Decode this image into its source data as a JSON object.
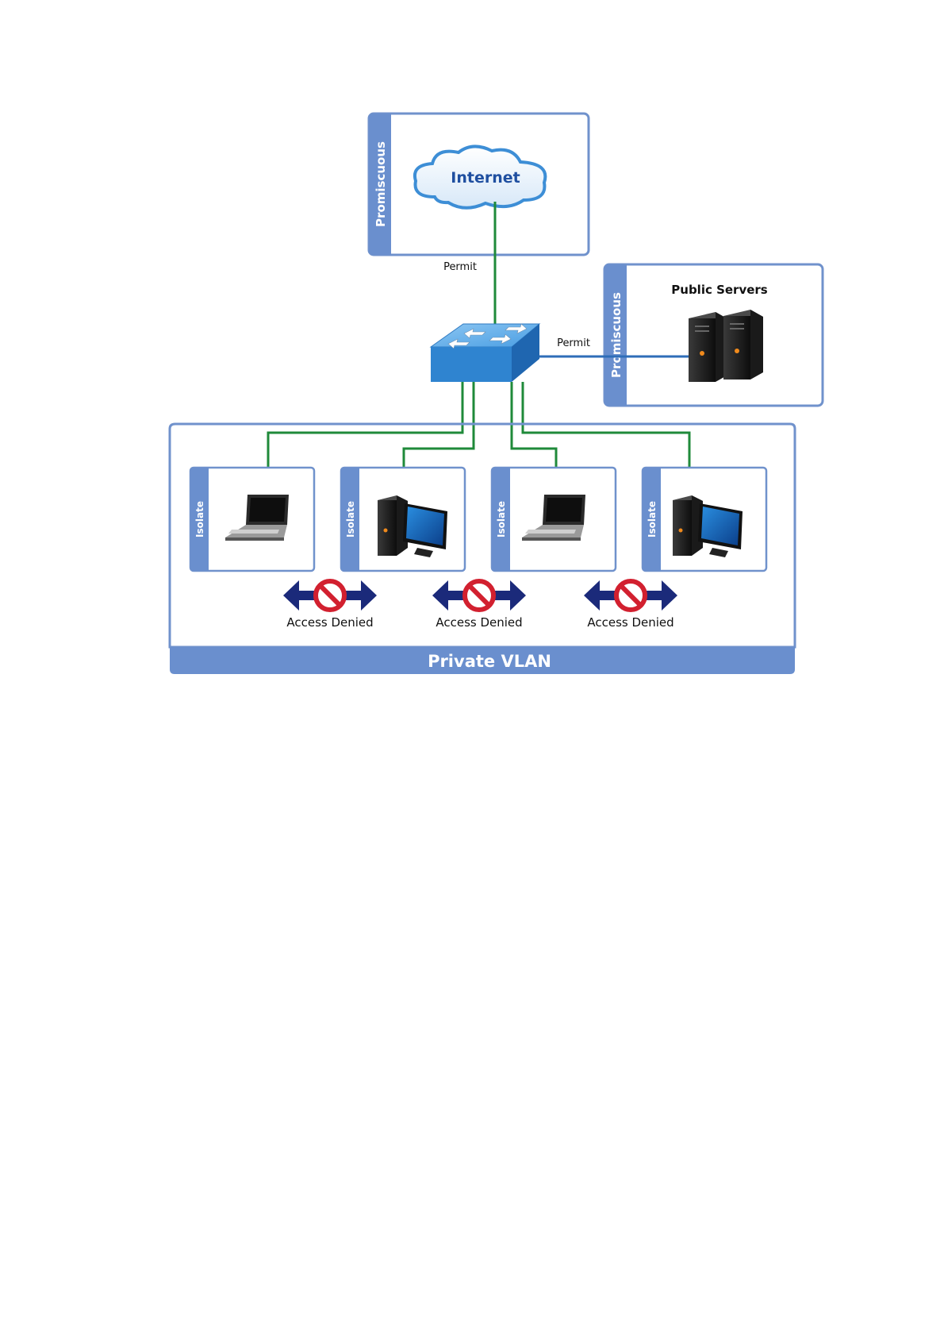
{
  "diagram": {
    "internet_zone": {
      "side_label": "Promiscuous",
      "cloud_label": "Internet",
      "link_label": "Permit"
    },
    "server_zone": {
      "side_label": "Promiscuous",
      "title": "Public Servers",
      "link_label": "Permit"
    },
    "private_vlan": {
      "title": "Private VLAN",
      "hosts": [
        {
          "label": "Isolate",
          "device": "laptop"
        },
        {
          "label": "Isolate",
          "device": "desktop"
        },
        {
          "label": "Isolate",
          "device": "laptop"
        },
        {
          "label": "Isolate",
          "device": "desktop"
        }
      ],
      "denials": [
        {
          "label": "Access Denied"
        },
        {
          "label": "Access Denied"
        },
        {
          "label": "Access Denied"
        }
      ]
    },
    "colors": {
      "zone_border": "#7092cc",
      "zone_bar": "#6a8fce",
      "link_green": "#1f8a3a",
      "link_blue": "#2e6db8",
      "arrow_navy": "#1b2a7a",
      "deny_red": "#d2202f",
      "switch_blue": "#3d8ed6"
    }
  }
}
